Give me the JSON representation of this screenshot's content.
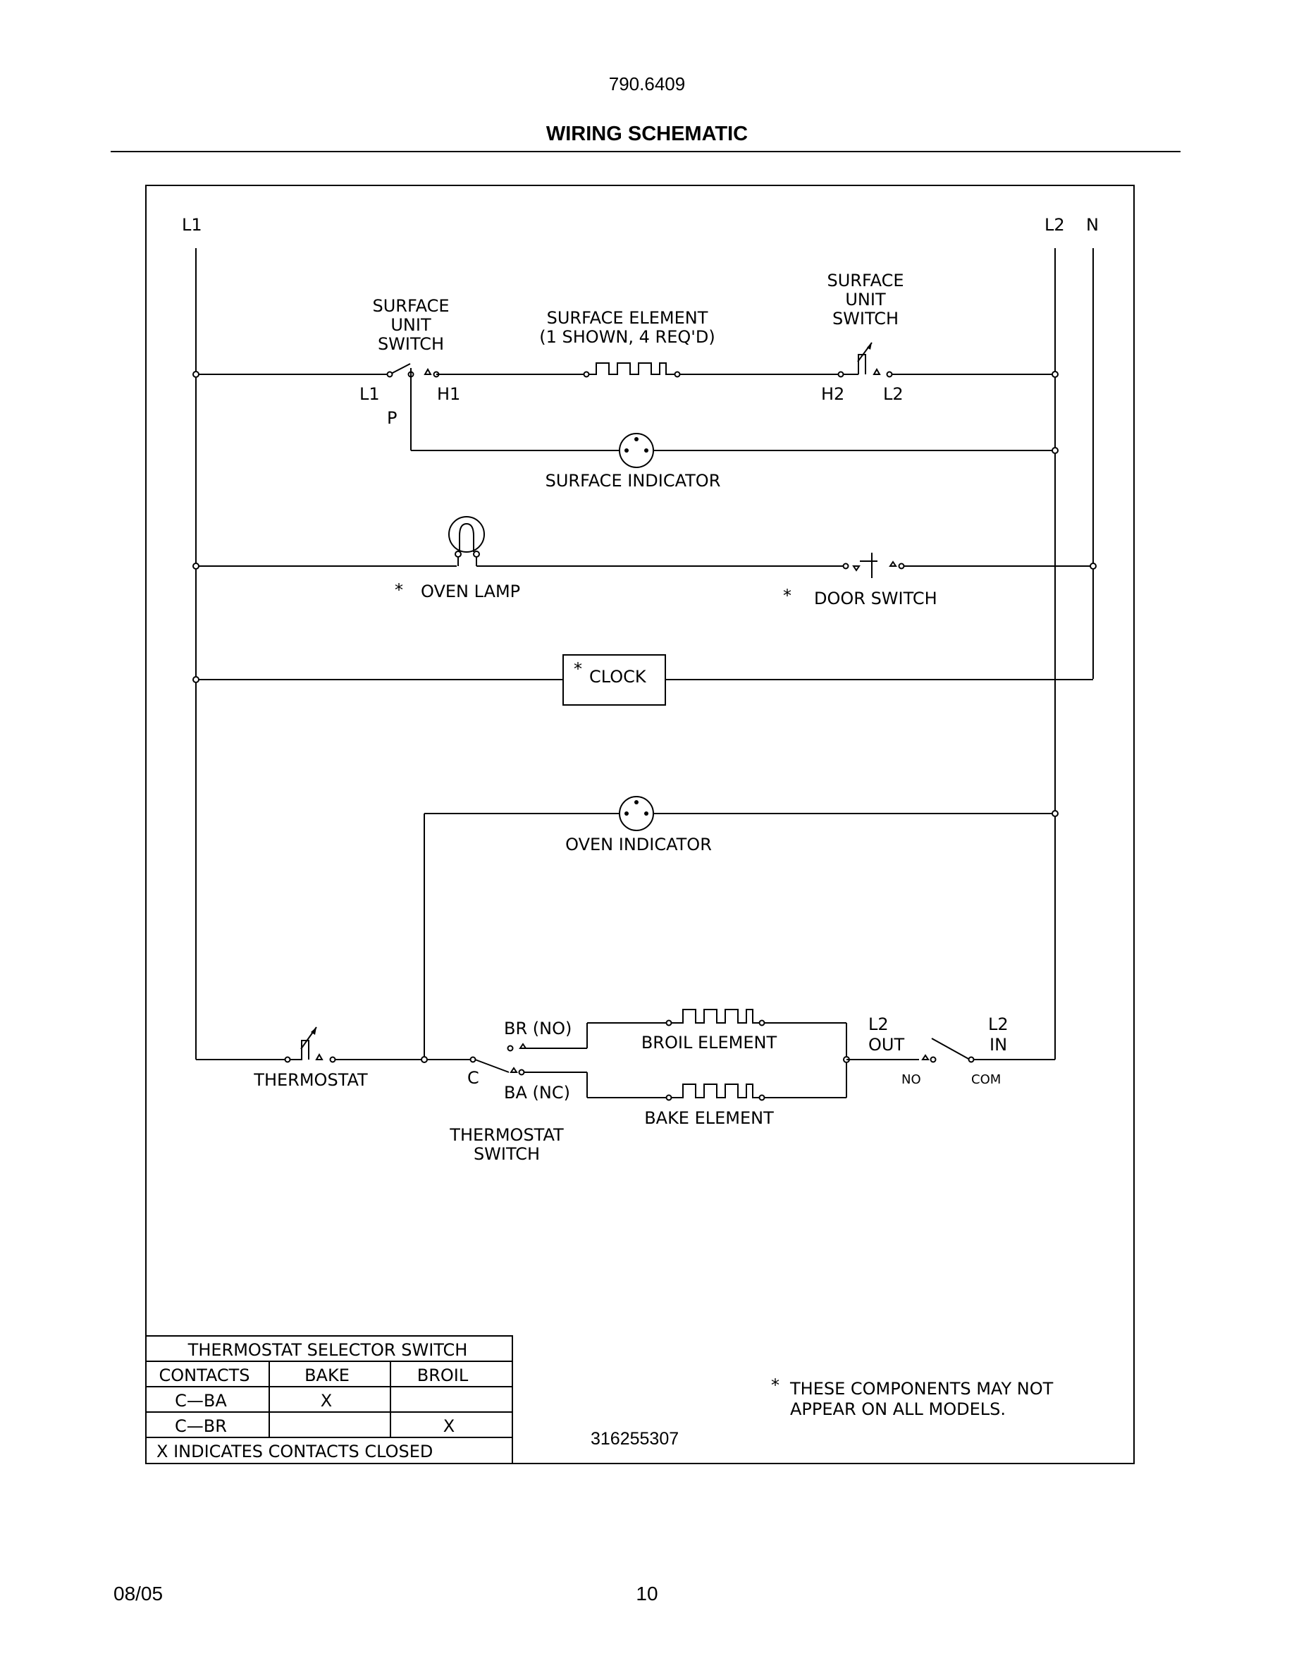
{
  "header": {
    "doc_number": "790.6409",
    "title": "WIRING SCHEMATIC"
  },
  "terminals": {
    "l1": "L1",
    "l2": "L2",
    "n": "N"
  },
  "surface_circuit": {
    "left_switch_label": [
      "SURFACE",
      "UNIT",
      "SWITCH"
    ],
    "element_label": [
      "SURFACE ELEMENT",
      "(1 SHOWN, 4 REQ'D)"
    ],
    "right_switch_label": [
      "SURFACE",
      "UNIT",
      "SWITCH"
    ],
    "left_pin_l1": "L1",
    "left_pin_h1": "H1",
    "left_pin_p": "P",
    "right_pin_h2": "H2",
    "right_pin_l2": "L2",
    "indicator_label": "SURFACE INDICATOR"
  },
  "lamp_circuit": {
    "lamp_label": "OVEN LAMP",
    "door_switch_label": "DOOR SWITCH",
    "asterisk": "*"
  },
  "clock_circuit": {
    "clock_label": "CLOCK",
    "asterisk": "*"
  },
  "oven_circuit": {
    "indicator_label": "OVEN INDICATOR",
    "thermostat_label": "THERMOSTAT",
    "switch_common": "C",
    "br_label": "BR (NO)",
    "ba_label": "BA (NC)",
    "switch_label": [
      "THERMOSTAT",
      "SWITCH"
    ],
    "broil_label": "BROIL ELEMENT",
    "bake_label": "BAKE ELEMENT",
    "l2_out": [
      "L2",
      "OUT"
    ],
    "l2_in": [
      "L2",
      "IN"
    ],
    "relay_no": "NO",
    "relay_com": "COM"
  },
  "selector_table": {
    "title": "THERMOSTAT SELECTOR SWITCH",
    "headers": [
      "CONTACTS",
      "BAKE",
      "BROIL"
    ],
    "rows": [
      [
        "C—BA",
        "X",
        ""
      ],
      [
        "C—BR",
        "",
        "X"
      ]
    ],
    "footnote": "X INDICATES CONTACTS CLOSED"
  },
  "notes": {
    "asterisk": "*",
    "lines": [
      "THESE COMPONENTS MAY NOT",
      "APPEAR ON ALL MODELS."
    ],
    "part_number": "316255307"
  },
  "footer": {
    "date": "08/05",
    "page": "10"
  }
}
